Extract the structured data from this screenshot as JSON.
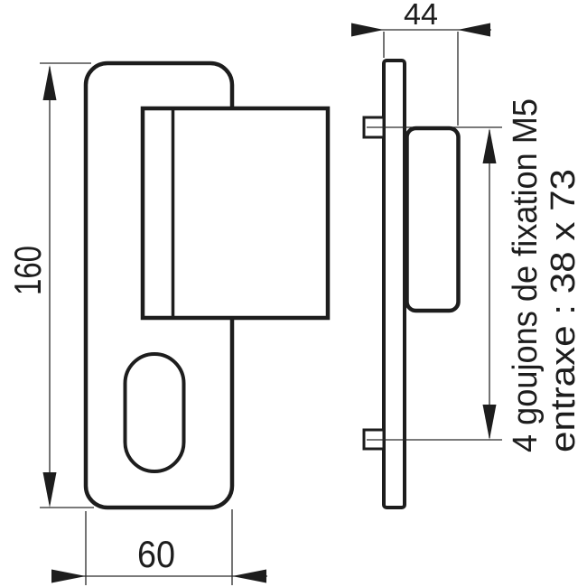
{
  "drawing": {
    "front_view": {
      "height_dim_label": "160",
      "width_dim_label": "60"
    },
    "side_view": {
      "depth_dim_label": "44"
    },
    "annotation": {
      "line1": "4 goujons de fixation M5",
      "line2": "entraxe : 38 x 73"
    },
    "colors": {
      "line_color": "#1d1d1d",
      "background": "#ffffff"
    }
  }
}
